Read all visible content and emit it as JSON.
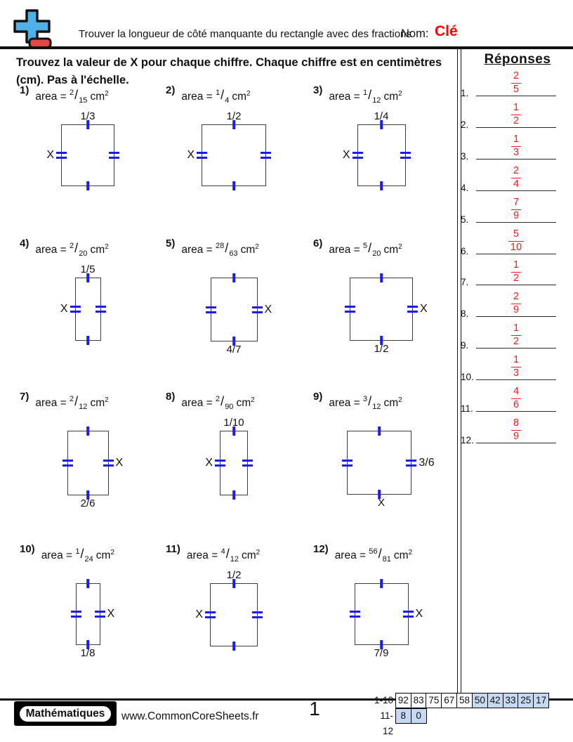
{
  "header": {
    "title": "Trouver la longueur de côté manquante du rectangle avec des fractions",
    "name_label": "Nom:",
    "name_value": "Clé"
  },
  "instructions": "Trouvez la valeur de X pour chaque chiffre. Chaque chiffre est en centimètres (cm). Pas à l'échelle.",
  "area_prefix": "area =",
  "fraction_slash": "/",
  "unit": "cm",
  "unit_exp": "2",
  "x_label": "X",
  "problems": [
    {
      "n": "1)",
      "num": "2",
      "den": "15",
      "known": "1/3",
      "known_side": "top",
      "x_side": "left",
      "w": 76,
      "h": 88
    },
    {
      "n": "2)",
      "num": "1",
      "den": "4",
      "known": "1/2",
      "known_side": "top",
      "x_side": "left",
      "w": 92,
      "h": 88
    },
    {
      "n": "3)",
      "num": "1",
      "den": "12",
      "known": "1/4",
      "known_side": "top",
      "x_side": "left",
      "w": 69,
      "h": 88
    },
    {
      "n": "4)",
      "num": "2",
      "den": "20",
      "known": "1/5",
      "known_side": "top",
      "x_side": "left",
      "w": 37,
      "h": 90
    },
    {
      "n": "5)",
      "num": "28",
      "den": "63",
      "known": "4/7",
      "known_side": "bottom",
      "x_side": "right",
      "w": 67,
      "h": 91
    },
    {
      "n": "6)",
      "num": "5",
      "den": "20",
      "known": "1/2",
      "known_side": "bottom",
      "x_side": "right",
      "w": 90,
      "h": 90
    },
    {
      "n": "7)",
      "num": "2",
      "den": "12",
      "known": "2/6",
      "known_side": "bottom",
      "x_side": "right",
      "w": 59,
      "h": 92
    },
    {
      "n": "8)",
      "num": "2",
      "den": "90",
      "known": "1/10",
      "known_side": "top",
      "x_side": "left",
      "w": 40,
      "h": 92
    },
    {
      "n": "9)",
      "num": "3",
      "den": "12",
      "known": "3/6",
      "known_side": "right",
      "x_side": "bottom",
      "w": 92,
      "h": 91
    },
    {
      "n": "10)",
      "num": "1",
      "den": "24",
      "known": "1/8",
      "known_side": "bottom",
      "x_side": "right",
      "w": 35,
      "h": 88
    },
    {
      "n": "11)",
      "num": "4",
      "den": "12",
      "known": "1/2",
      "known_side": "top",
      "x_side": "left",
      "w": 68,
      "h": 90
    },
    {
      "n": "12)",
      "num": "56",
      "den": "81",
      "known": "7/9",
      "known_side": "bottom",
      "x_side": "right",
      "w": 77,
      "h": 88
    }
  ],
  "answers": {
    "title": "Réponses",
    "items": [
      {
        "n": "1.",
        "num": "2",
        "den": "5"
      },
      {
        "n": "2.",
        "num": "1",
        "den": "2"
      },
      {
        "n": "3.",
        "num": "1",
        "den": "3"
      },
      {
        "n": "4.",
        "num": "2",
        "den": "4"
      },
      {
        "n": "5.",
        "num": "7",
        "den": "9"
      },
      {
        "n": "6.",
        "num": "5",
        "den": "10"
      },
      {
        "n": "7.",
        "num": "1",
        "den": "2"
      },
      {
        "n": "8.",
        "num": "2",
        "den": "9"
      },
      {
        "n": "9.",
        "num": "1",
        "den": "2"
      },
      {
        "n": "10.",
        "num": "1",
        "den": "3"
      },
      {
        "n": "11.",
        "num": "4",
        "den": "6"
      },
      {
        "n": "12.",
        "num": "8",
        "den": "9"
      }
    ]
  },
  "footer": {
    "brand": "Mathématiques",
    "website": "www.CommonCoreSheets.fr",
    "page_number": "1",
    "score_rows": [
      {
        "label": "1-10",
        "cells": [
          {
            "v": "92",
            "shaded": false
          },
          {
            "v": "83",
            "shaded": false
          },
          {
            "v": "75",
            "shaded": false
          },
          {
            "v": "67",
            "shaded": false
          },
          {
            "v": "58",
            "shaded": false
          },
          {
            "v": "50",
            "shaded": true
          },
          {
            "v": "42",
            "shaded": true
          },
          {
            "v": "33",
            "shaded": true
          },
          {
            "v": "25",
            "shaded": true
          },
          {
            "v": "17",
            "shaded": true
          }
        ]
      },
      {
        "label": "11-12",
        "cells": [
          {
            "v": "8",
            "shaded": true
          },
          {
            "v": "0",
            "shaded": true
          }
        ]
      }
    ]
  },
  "colors": {
    "tick_blue": "#1b1bf2",
    "answer_red": "#f21d1d",
    "name_red": "#ff0000",
    "shaded_cell": "#c6d9f1",
    "logo_blue": "#4fb0e8",
    "logo_red": "#e84545"
  }
}
